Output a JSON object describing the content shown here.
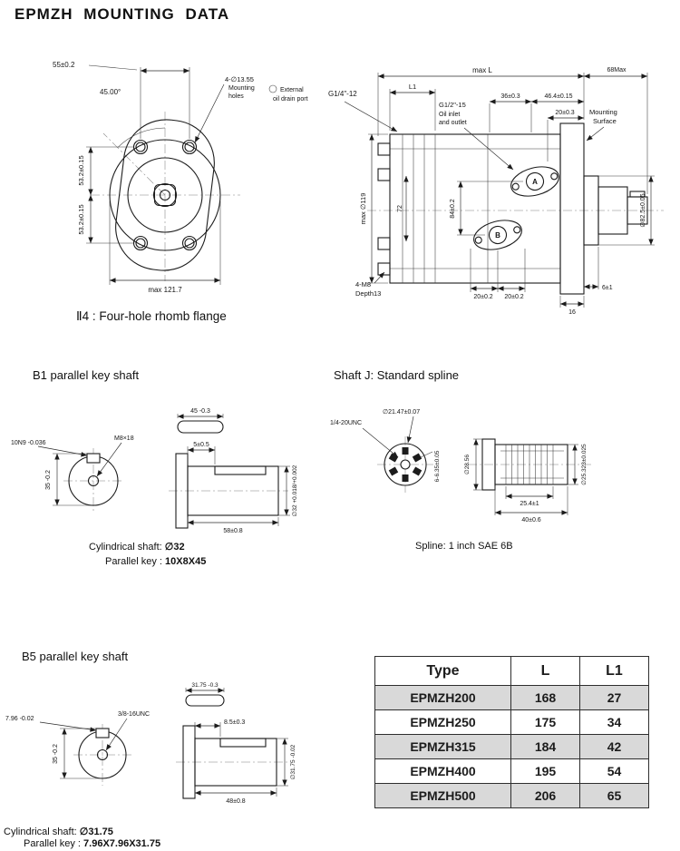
{
  "page": {
    "title": "EPMZH MOUNTING DATA"
  },
  "caption": {
    "flange_type": "Ⅱ4 : Four-hole rhomb flange"
  },
  "front_view": {
    "dim_width_top": "55±0.2",
    "angle": "45.00°",
    "holes_note_l1": "4-∅13.55",
    "holes_note_l2": "Mounting",
    "holes_note_l3": "holes",
    "dim_left_upper": "53.2±0.15",
    "dim_left_lower": "53.2±0.15",
    "dim_bottom": "max 121.7"
  },
  "side_view": {
    "dim_max_l": "max L",
    "dim_right_max": "68Max",
    "dim_l1": "L1",
    "dim_36": "36±0.3",
    "dim_46": "46.4±0.15",
    "dim_20_upper": "20±0.3",
    "port_thread": "G1/2\"-15",
    "port_note_l1": "Oil inlet",
    "port_note_l2": "and outlet",
    "drain_note_l1": "External",
    "drain_note_l2": "oil drain port",
    "drain_thread": "G1/4\"-12",
    "mounting_l1": "Mounting",
    "mounting_l2": "Surface",
    "dim_dia_body": "max ∅119",
    "dim_72": "72",
    "dim_84": "84±0.2",
    "label_port_a": "A",
    "label_port_b": "B",
    "dim_pilot": "∅82.5±0.05",
    "bolt_note_l1": "4-M8",
    "bolt_note_l2": "Depth13",
    "dim_20_a": "20±0.2",
    "dim_20_b": "20±0.2",
    "dim_16": "16",
    "dim_6": "6±1"
  },
  "b1": {
    "title": "B1 parallel key shaft",
    "dim_key_len": "45 -0.3",
    "dim_key_width": "10N9 -0.036",
    "thread": "M8×18",
    "dim_flat": "35 -0.2",
    "dim_5": "5±0.5",
    "dim_shaft_dia": "∅32 +0.018/+0.002",
    "dim_len": "58±0.8",
    "note_shaft_label": "Cylindrical shaft:",
    "note_shaft_value": "∅32",
    "note_key_label": "Parallel key :",
    "note_key_value": "10X8X45"
  },
  "spline": {
    "title": "Shaft J: Standard spline",
    "thread": "1/4-20UNC",
    "dim_major": "∅21.47±0.07",
    "dim_tooth": "6-6.35±0.05",
    "dim_shaft_dia": "∅28.56",
    "dim_minor": "∅25.323±0.025",
    "dim_spline_len": "25.4±1",
    "dim_len": "40±0.6",
    "note": "Spline: 1 inch  SAE 6B"
  },
  "b5": {
    "title": "B5 parallel key shaft",
    "dim_key_len": "31.75 -0.3",
    "dim_key_width": "7.96 -0.02",
    "thread": "3/8-16UNC",
    "dim_flat": "35 -0.2",
    "dim_85": "8.5±0.3",
    "dim_shaft_dia": "∅31.75 -0.02",
    "dim_len": "48±0.8",
    "note_shaft_label": "Cylindrical shaft:",
    "note_shaft_value": "∅31.75",
    "note_key_label": "Parallel key :",
    "note_key_value": "7.96X7.96X31.75"
  },
  "table": {
    "headers": [
      "Type",
      "L",
      "L1"
    ],
    "rows": [
      [
        "EPMZH200",
        "168",
        "27"
      ],
      [
        "EPMZH250",
        "175",
        "34"
      ],
      [
        "EPMZH315",
        "184",
        "42"
      ],
      [
        "EPMZH400",
        "195",
        "54"
      ],
      [
        "EPMZH500",
        "206",
        "65"
      ]
    ]
  },
  "colors": {
    "ink": "#1c1c1c",
    "row_shade": "#d9d9d9",
    "paper": "#ffffff"
  }
}
